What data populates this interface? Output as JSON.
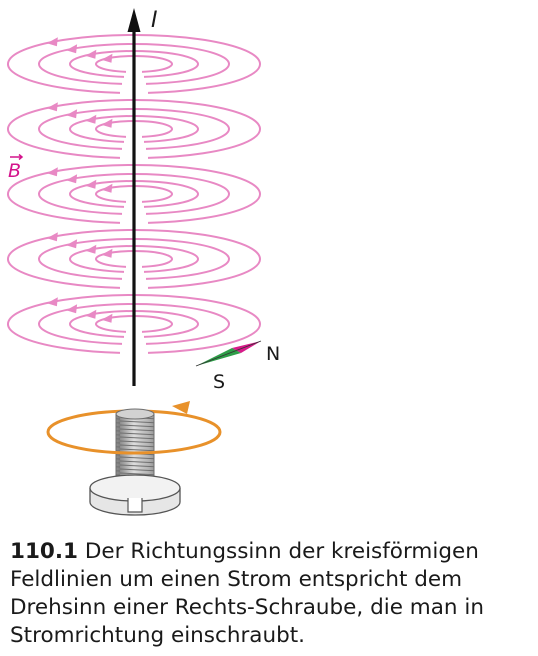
{
  "labels": {
    "current": "I",
    "field": "B",
    "compass_north": "N",
    "compass_south": "S"
  },
  "caption": {
    "number": "110.1",
    "text": "Der Richtungssinn der kreisförmigen Feldlinien um einen Strom entspricht dem Drehsinn einer Rechts-Schraube, die man in Stromrichtung einschraubt."
  },
  "colors": {
    "field_lines": "#e889c4",
    "field_label": "#d4148c",
    "wire": "#111111",
    "compass_north": "#d81b8a",
    "compass_south": "#2e9e48",
    "rotation_arrow": "#e8912a",
    "screw": "#a8a8a8"
  },
  "field_line_levels": 5,
  "rings_per_level": 4
}
